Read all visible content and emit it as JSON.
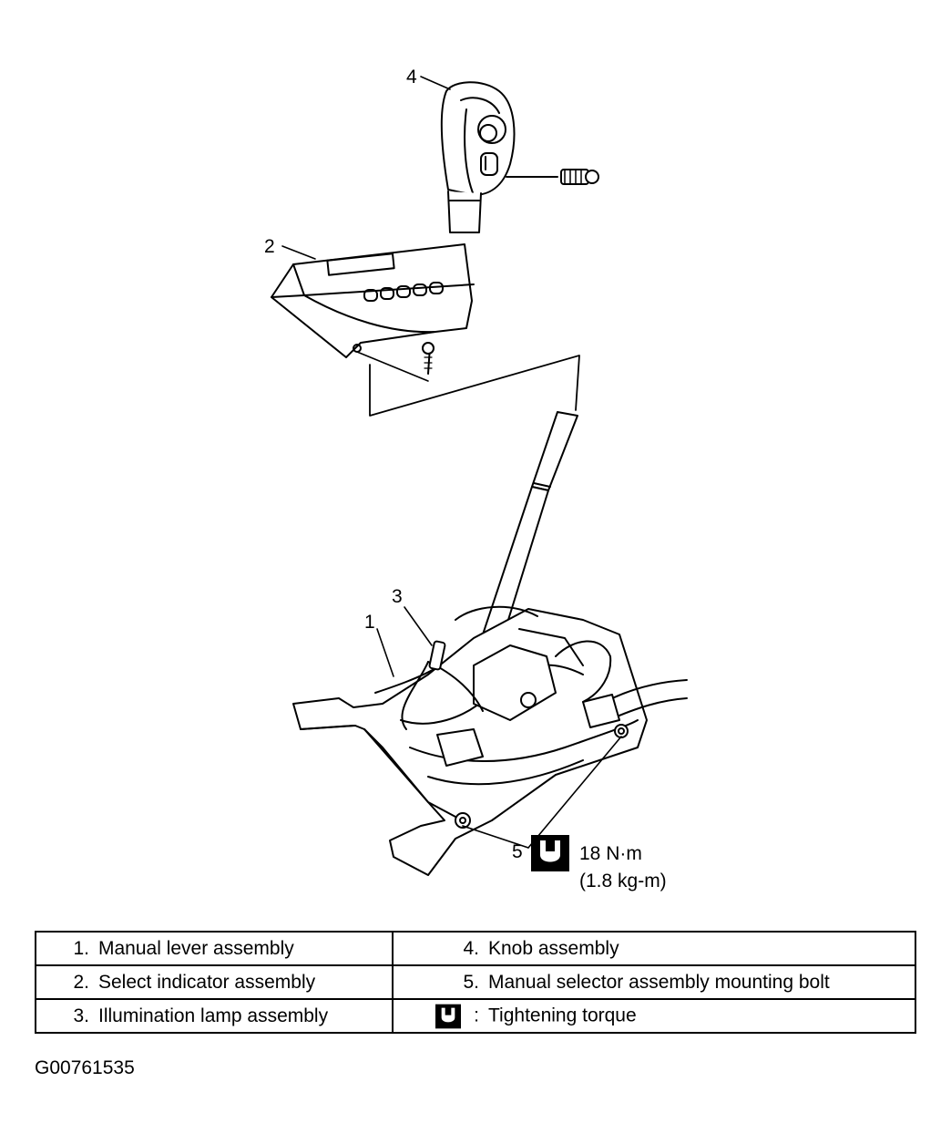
{
  "callouts": {
    "c1": "1",
    "c2": "2",
    "c3": "3",
    "c4": "4",
    "c5": "5"
  },
  "torque": {
    "value_nm": "18 N·m",
    "value_kgm": "(1.8 kg-m)",
    "icon": "torque-wrench-icon"
  },
  "legend": {
    "rows": [
      {
        "left_num": "1.",
        "left_text": "Manual lever assembly",
        "right_num": "4.",
        "right_text": "Knob assembly"
      },
      {
        "left_num": "2.",
        "left_text": "Select indicator assembly",
        "right_num": "5.",
        "right_text": "Manual selector assembly mounting bolt"
      },
      {
        "left_num": "3.",
        "left_text": "Illumination lamp assembly",
        "right_num": ":",
        "right_text": "Tightening torque"
      }
    ]
  },
  "figure_code": "G00761535"
}
